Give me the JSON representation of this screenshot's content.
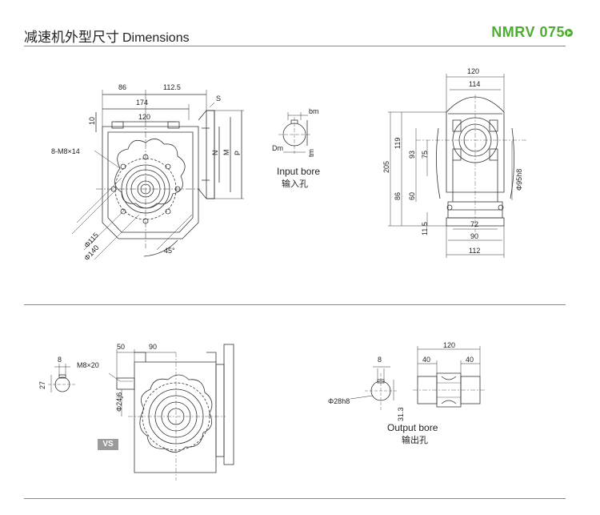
{
  "header": {
    "title_cn": "减速机外型尺寸",
    "title_en": "Dimensions",
    "model": "NMRV 075"
  },
  "front_view": {
    "dims": {
      "d86": "86",
      "d112_5": "112.5",
      "d174": "174",
      "d120": "120",
      "d10": "10",
      "bolt": "8-M8×14",
      "phi115": "Φ115",
      "phi140": "Φ140",
      "angle45": "45°",
      "S": "S",
      "N": "N",
      "M": "M",
      "P": "P"
    }
  },
  "input_bore": {
    "label_en": "Input bore",
    "label_cn": "输入孔",
    "bm": "bm",
    "Dm": "Dm",
    "tm": "tm"
  },
  "side_view": {
    "dims": {
      "d120": "120",
      "d114": "114",
      "d205": "205",
      "d119": "119",
      "d93": "93",
      "d75": "75",
      "d86": "86",
      "d60": "60",
      "d11_5": "11.5",
      "d72": "72",
      "d90": "90",
      "d112": "112",
      "phi95": "Φ95h8"
    }
  },
  "vs_view": {
    "tag": "VS",
    "dims": {
      "d8": "8",
      "d27": "27",
      "thread": "M8×20",
      "d50": "50",
      "d90": "90",
      "phi24": "Φ24j6"
    }
  },
  "output_bore": {
    "label_en": "Output bore",
    "label_cn": "输出孔",
    "dims": {
      "d8": "8",
      "phi28": "Φ28h8",
      "d31_3": "31.3",
      "d120": "120",
      "d40a": "40",
      "d40b": "40"
    }
  }
}
